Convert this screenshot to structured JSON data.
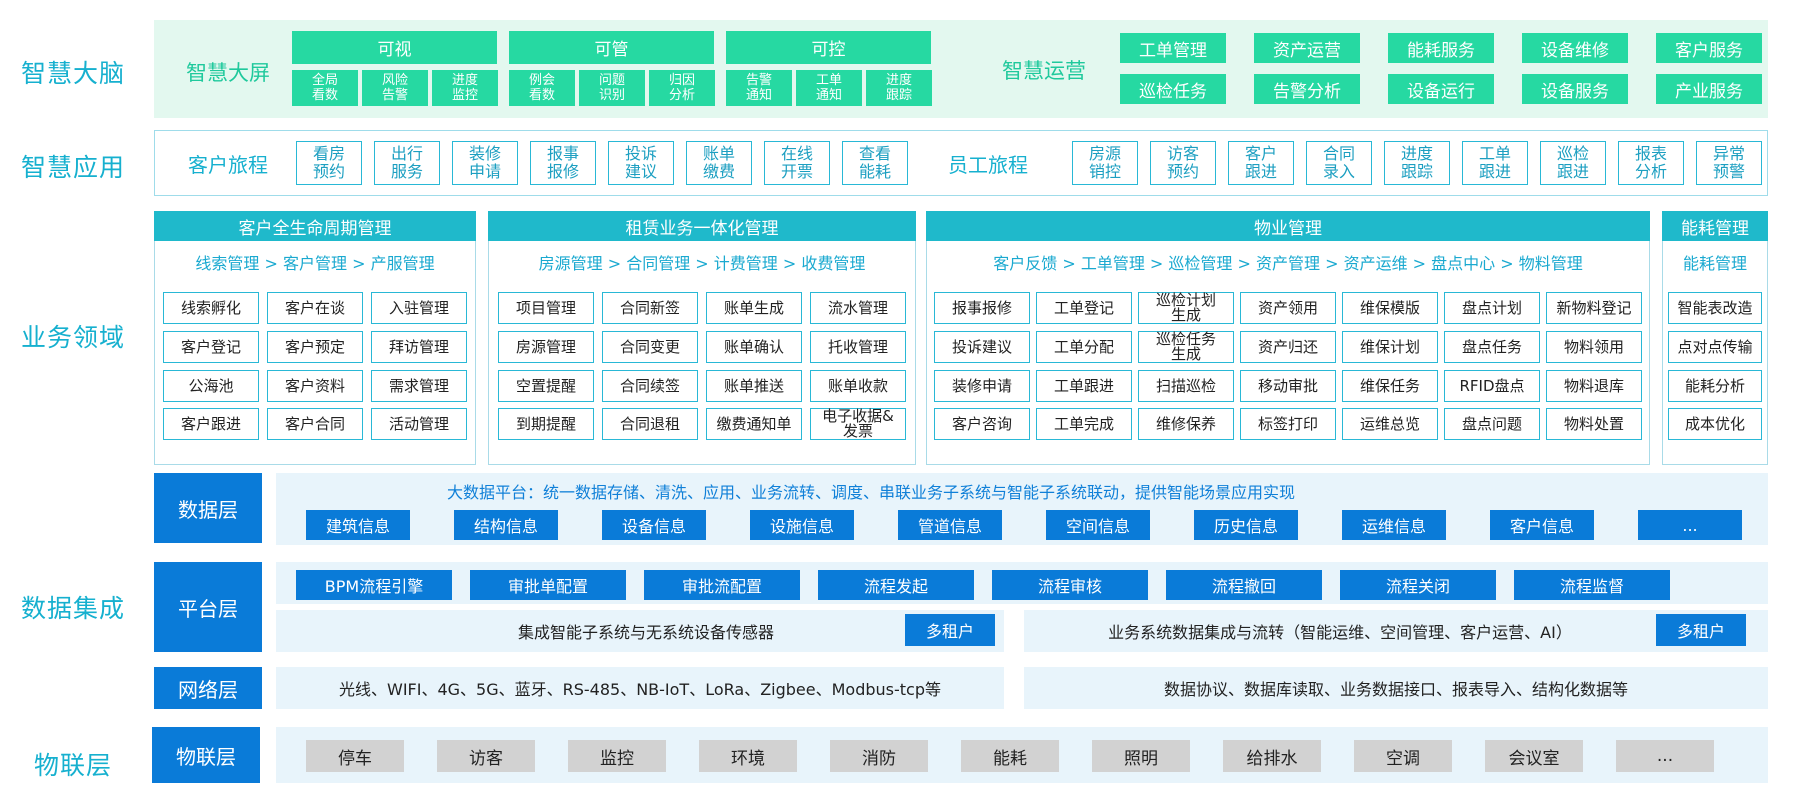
{
  "side": {
    "brain": "智慧大脑",
    "apps": "智慧应用",
    "domain": "业务领域",
    "integration": "数据集成",
    "iot": "物联层"
  },
  "brain": {
    "screen_label": "智慧大屏",
    "groups": [
      {
        "title": "可视",
        "items": [
          "全局\n看数",
          "风险\n告警",
          "进度\n监控"
        ]
      },
      {
        "title": "可管",
        "items": [
          "例会\n看数",
          "问题\n识别",
          "归因\n分析"
        ]
      },
      {
        "title": "可控",
        "items": [
          "告警\n通知",
          "工单\n通知",
          "进度\n跟踪"
        ]
      }
    ],
    "ops_label": "智慧运营",
    "ops_row1": [
      "工单管理",
      "资产运营",
      "能耗服务",
      "设备维修",
      "客户服务"
    ],
    "ops_row2": [
      "巡检任务",
      "告警分析",
      "设备运行",
      "设备服务",
      "产业服务"
    ]
  },
  "apps": {
    "customer_label": "客户旅程",
    "customer_items": [
      "看房\n预约",
      "出行\n服务",
      "装修\n申请",
      "报事\n报修",
      "投诉\n建议",
      "账单\n缴费",
      "在线\n开票",
      "查看\n能耗"
    ],
    "staff_label": "员工旅程",
    "staff_items": [
      "房源\n销控",
      "访客\n预约",
      "客户\n跟进",
      "合同\n录入",
      "进度\n跟踪",
      "工单\n跟进",
      "巡检\n跟进",
      "报表\n分析",
      "异常\n预警"
    ]
  },
  "domain": {
    "panels": [
      {
        "title": "客户全生命周期管理",
        "flow": "线索管理 > 客户管理 > 产服管理",
        "rows": [
          [
            "线索孵化",
            "客户在谈",
            "入驻管理"
          ],
          [
            "客户登记",
            "客户预定",
            "拜访管理"
          ],
          [
            "公海池",
            "客户资料",
            "需求管理"
          ],
          [
            "客户跟进",
            "客户合同",
            "活动管理"
          ]
        ]
      },
      {
        "title": "租赁业务一体化管理",
        "flow": "房源管理 > 合同管理 > 计费管理 > 收费管理",
        "rows": [
          [
            "项目管理",
            "合同新签",
            "账单生成",
            "流水管理"
          ],
          [
            "房源管理",
            "合同变更",
            "账单确认",
            "托收管理"
          ],
          [
            "空置提醒",
            "合同续签",
            "账单推送",
            "账单收款"
          ],
          [
            "到期提醒",
            "合同退租",
            "缴费通知单",
            "电子收据&\n发票"
          ]
        ]
      },
      {
        "title": "物业管理",
        "flow": "客户反馈 > 工单管理 > 巡检管理 > 资产管理 > 资产运维 > 盘点中心 > 物料管理",
        "rows": [
          [
            "报事报修",
            "工单登记",
            "巡检计划\n生成",
            "资产领用",
            "维保模版",
            "盘点计划",
            "新物料登记"
          ],
          [
            "投诉建议",
            "工单分配",
            "巡检任务\n生成",
            "资产归还",
            "维保计划",
            "盘点任务",
            "物料领用"
          ],
          [
            "装修申请",
            "工单跟进",
            "扫描巡检",
            "移动审批",
            "维保任务",
            "RFID盘点",
            "物料退库"
          ],
          [
            "客户咨询",
            "工单完成",
            "维修保养",
            "标签打印",
            "运维总览",
            "盘点问题",
            "物料处置"
          ]
        ]
      },
      {
        "title": "能耗管理",
        "flow": "能耗管理",
        "rows": [
          [
            "智能表改造"
          ],
          [
            "点对点传输"
          ],
          [
            "能耗分析"
          ],
          [
            "成本优化"
          ]
        ]
      }
    ]
  },
  "data_layer": {
    "label": "数据层",
    "description": "大数据平台：统一数据存储、清洗、应用、业务流转、调度、串联业务子系统与智能子系统联动，提供智能场景应用实现",
    "items": [
      "建筑信息",
      "结构信息",
      "设备信息",
      "设施信息",
      "管道信息",
      "空间信息",
      "历史信息",
      "运维信息",
      "客户信息",
      "..."
    ]
  },
  "platform_layer": {
    "label": "平台层",
    "items": [
      "BPM流程引擎",
      "审批单配置",
      "审批流配置",
      "流程发起",
      "流程审核",
      "流程撤回",
      "流程关闭",
      "流程监督"
    ],
    "left_text": "集成智能子系统与无系统设备传感器",
    "left_tag": "多租户",
    "right_text": "业务系统数据集成与流转（智能运维、空间管理、客户运营、AI）",
    "right_tag": "多租户"
  },
  "network_layer": {
    "label": "网络层",
    "left_text": "光线、WIFI、4G、5G、蓝牙、RS-485、NB-IoT、LoRa、Zigbee、Modbus-tcp等",
    "right_text": "数据协议、数据库读取、业务数据接口、报表导入、结构化数据等"
  },
  "iot_layer": {
    "label": "物联层",
    "items": [
      "停车",
      "访客",
      "监控",
      "环境",
      "消防",
      "能耗",
      "照明",
      "给排水",
      "空调",
      "会议室",
      "..."
    ]
  },
  "colors": {
    "teal": "#16b0cf",
    "green": "#26d9a2",
    "blue": "#0a7bd8",
    "light_blue_panel": "#e8f4fb",
    "green_panel": "#e3f8ef",
    "gray_chip": "#d2d2d2"
  }
}
